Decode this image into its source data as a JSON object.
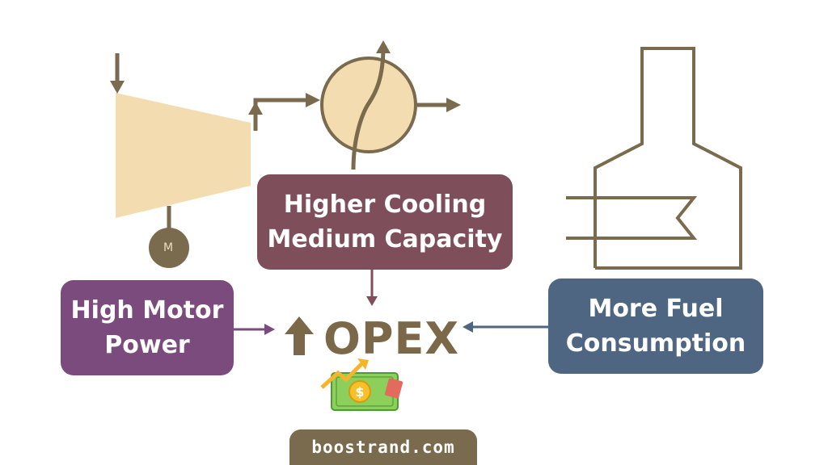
{
  "motor": {
    "label": "M"
  },
  "boxes": {
    "cooling": {
      "line1": "Higher Cooling",
      "line2": "Medium Capacity"
    },
    "motor": {
      "line1": "High Motor",
      "line2": "Power"
    },
    "fuel": {
      "line1": "More Fuel",
      "line2": "Consumption"
    }
  },
  "center": {
    "label": "OPEX"
  },
  "footer": {
    "text": "boostrand.com"
  },
  "colors": {
    "equipment_fill": "#f3dcaf",
    "line": "#7a6a4e",
    "cooling_box": "#7e4f5b",
    "motor_box": "#7b4b7e",
    "fuel_box": "#4e6681",
    "opex_text": "#7b6848"
  }
}
